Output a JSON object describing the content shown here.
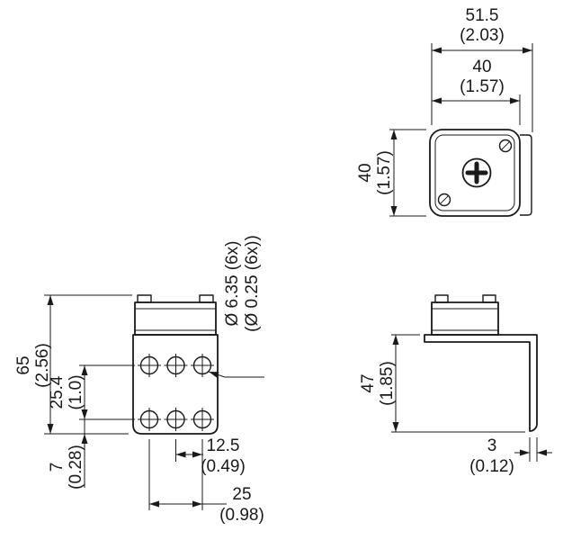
{
  "drawing": {
    "front": {
      "overall_width_mm": "51.5",
      "overall_width_in": "(2.03)",
      "body_width_mm": "40",
      "body_width_in": "(1.57)",
      "body_height_mm": "40",
      "body_height_in": "(1.57)"
    },
    "bracket": {
      "overall_height_mm": "65",
      "overall_height_in": "(2.56)",
      "row_spacing_mm": "25.4",
      "row_spacing_in": "(1.0)",
      "bottom_offset_mm": "7",
      "bottom_offset_in": "(0.28)",
      "col_spacing_mm": "12.5",
      "col_spacing_in": "(0.49)",
      "col_span_mm": "25",
      "col_span_in": "(0.98)",
      "hole_note_mm": "Ø 6.35 (6x)",
      "hole_note_in": "(Ø 0.25 (6x))"
    },
    "side": {
      "height_mm": "47",
      "height_in": "(1.85)",
      "thickness_mm": "3",
      "thickness_in": "(0.12)"
    }
  }
}
